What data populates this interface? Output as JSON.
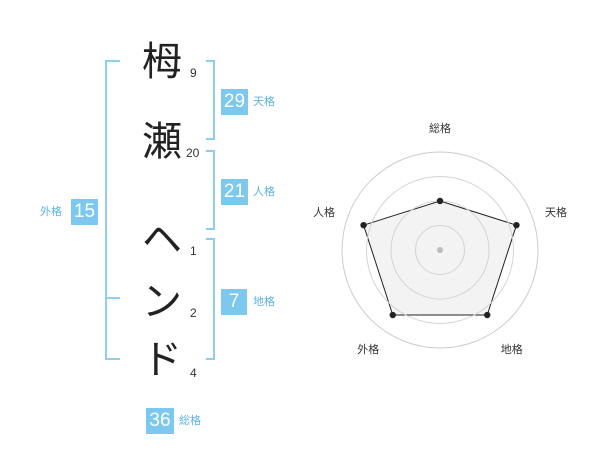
{
  "name": {
    "chars": [
      {
        "char": "栂",
        "strokes": "9"
      },
      {
        "char": "瀬",
        "strokes": "20"
      },
      {
        "char": "ヘ",
        "strokes": "1"
      },
      {
        "char": "ン",
        "strokes": "2"
      },
      {
        "char": "ド",
        "strokes": "4"
      }
    ]
  },
  "fortunes": {
    "tenkaku": {
      "value": "29",
      "label": "天格"
    },
    "jinkaku": {
      "value": "21",
      "label": "人格"
    },
    "chikaku": {
      "value": "7",
      "label": "地格"
    },
    "gaikaku": {
      "value": "15",
      "label": "外格"
    },
    "soukaku": {
      "value": "36",
      "label": "総格"
    }
  },
  "colors": {
    "accent": "#7dc8ef",
    "accent_text": "#5bb3e6",
    "bracket": "#8ecff0",
    "radar_fill": "#efefef",
    "radar_line": "#222222",
    "grid": "#cccccc"
  },
  "chart_data": {
    "type": "radar",
    "axes": [
      "総格",
      "天格",
      "地格",
      "外格",
      "人格"
    ],
    "values": [
      0.5,
      0.82,
      0.82,
      0.82,
      0.82
    ],
    "range": [
      0,
      1
    ],
    "rings": 4
  }
}
